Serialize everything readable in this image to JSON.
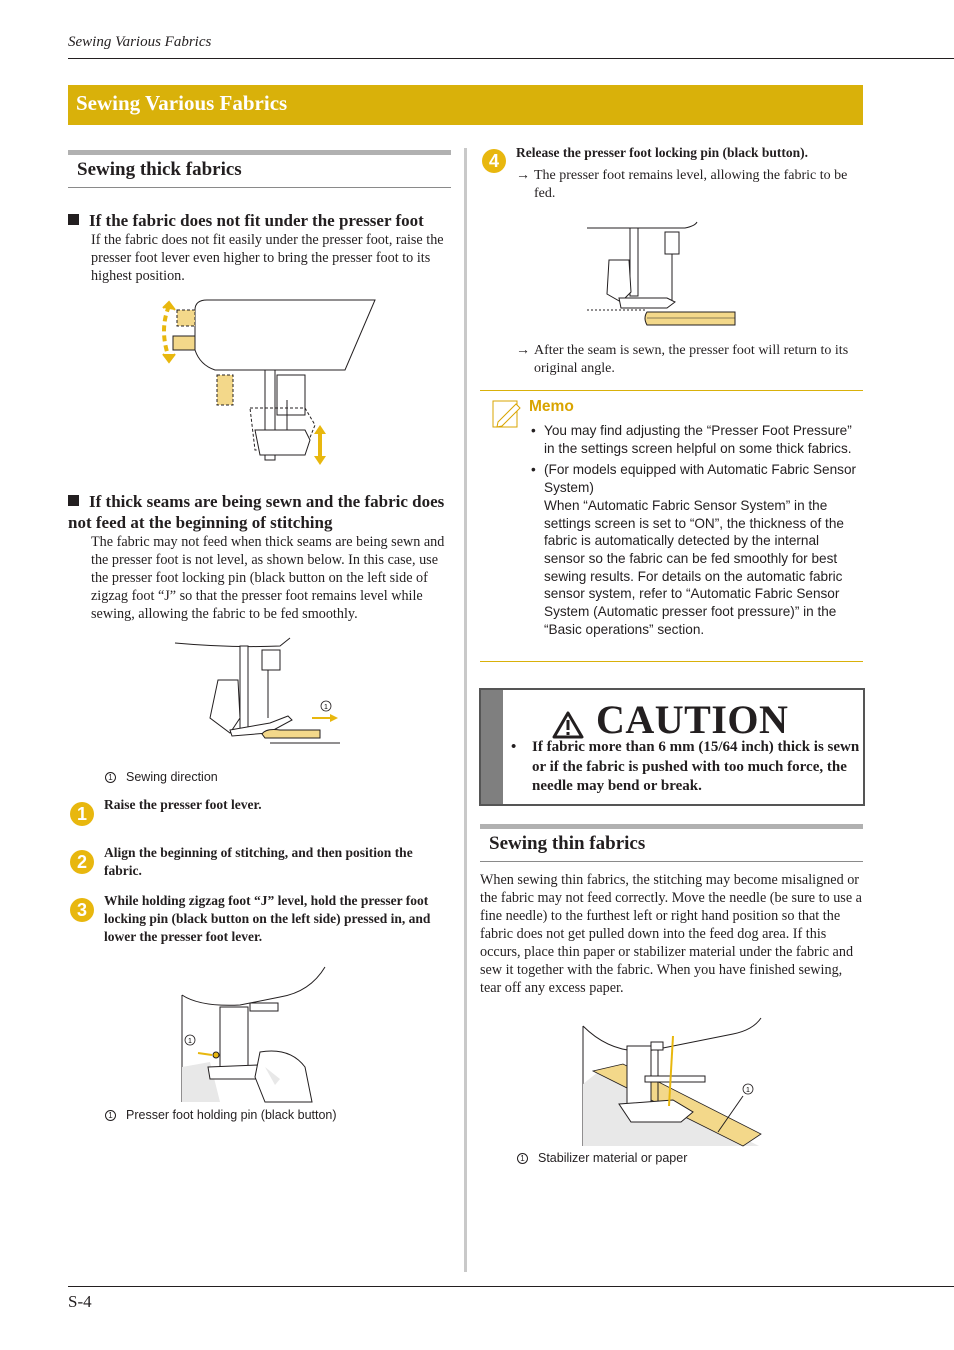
{
  "running_head": "Sewing Various Fabrics",
  "chapter_title": "Sewing Various Fabrics",
  "left": {
    "section_title": "Sewing thick fabrics",
    "sub1": {
      "title": "If the fabric does not fit under the presser foot",
      "body": "If the fabric does not fit easily under the presser foot, raise the presser foot lever even higher to bring the presser foot to its highest position."
    },
    "sub2": {
      "title": "If thick seams are being sewn and the fabric does not feed at the beginning of stitching",
      "body": "The fabric may not feed when thick seams are being sewn and the presser foot is not level, as shown below. In this case, use the presser foot locking pin (black button on the left side of zigzag foot “J” so that the presser foot remains level while sewing, allowing the fabric to be fed smoothly."
    },
    "fig2_label": "1",
    "fig2_caption_num": "1",
    "fig2_caption": "Sewing direction",
    "steps": [
      {
        "num": "1",
        "text": "Raise the presser foot lever."
      },
      {
        "num": "2",
        "text": "Align the beginning of stitching, and then position the fabric."
      },
      {
        "num": "3",
        "text": "While holding zigzag foot “J” level, hold the presser foot locking pin (black button on the left side) pressed in, and lower the presser foot lever."
      }
    ],
    "fig3_label": "1",
    "fig3_caption_num": "1",
    "fig3_caption": "Presser foot holding pin (black button)"
  },
  "right": {
    "step4": {
      "num": "4",
      "text": "Release the presser foot locking pin (black button)."
    },
    "arrow_symbol": "→",
    "result1": "The presser foot remains level, allowing the fabric to be fed.",
    "result2": "After the seam is sewn, the presser foot will return to its original angle.",
    "memo": {
      "title": "Memo",
      "item1": "You may find adjusting the “Presser Foot Pressure” in the settings screen helpful on some thick fabrics.",
      "item2_head": "(For models equipped with Automatic Fabric Sensor System)",
      "item2_body": "When “Automatic Fabric Sensor System” in the settings screen is set to “ON”, the thickness of the fabric is automatically detected by the internal sensor so the fabric can be fed smoothly for best sewing results. For details on the automatic fabric sensor system,  refer to “Automatic Fabric Sensor System (Automatic presser foot pressure)” in the “Basic operations” section."
    },
    "caution": {
      "title": "CAUTION",
      "bullet": "•",
      "text": "If fabric more than 6 mm (15/64 inch) thick is sewn or if the fabric is pushed with too much force, the needle may bend or break."
    },
    "section2_title": "Sewing thin fabrics",
    "section2_body": "When sewing thin fabrics, the stitching may become misaligned or the fabric may not feed correctly. Move the needle (be sure to use a fine needle) to the furthest left or right hand position so that the fabric does not get pulled down into the feed dog area. If this occurs, place thin paper or stabilizer material under the fabric and sew it together with the fabric. When you have finished sewing, tear off any excess paper.",
    "fig4_label": "1",
    "fig4_caption_num": "1",
    "fig4_caption": "Stabilizer material or paper"
  },
  "page_number": "S-4",
  "colors": {
    "accent": "#d9b10a",
    "step_circle": "#e8b70e",
    "fabric": "#f3d88a",
    "caution_side": "#7f7f7f"
  }
}
